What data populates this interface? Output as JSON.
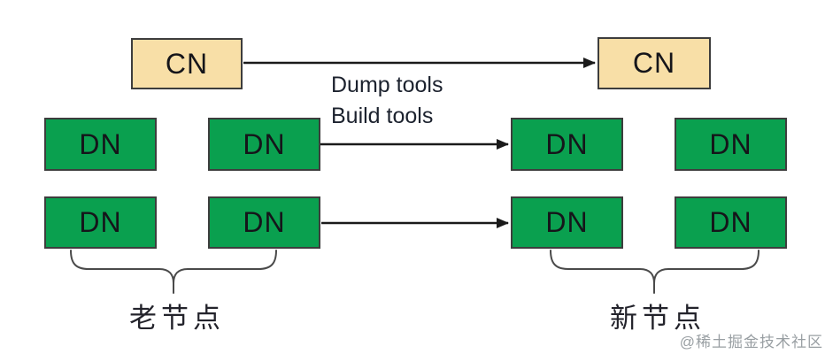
{
  "diagram": {
    "old_cluster": {
      "cn": "CN",
      "dns": [
        "DN",
        "DN",
        "DN",
        "DN"
      ],
      "label": "老节点"
    },
    "new_cluster": {
      "cn": "CN",
      "dns": [
        "DN",
        "DN",
        "DN",
        "DN"
      ],
      "label": "新节点"
    },
    "migration_tools": {
      "line1": "Dump tools",
      "line2": "Build tools"
    },
    "watermark": "@稀土掘金技术社区"
  },
  "colors": {
    "cn_fill": "#f8dfa7",
    "dn_fill": "#0aa04f",
    "border": "#3d3d3d",
    "arrow": "#1a1a1a",
    "brace": "#4a4a4a",
    "watermark": "#999fa3"
  }
}
